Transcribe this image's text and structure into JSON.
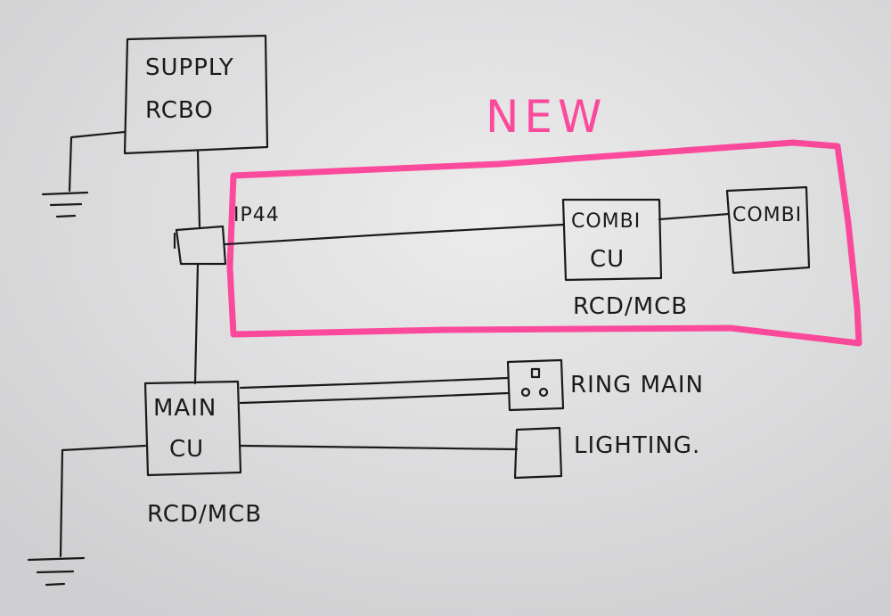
{
  "title": "NEW",
  "nodes": {
    "supply": {
      "line1": "SUPPLY",
      "line2": "RCBO"
    },
    "ip44": {
      "label": "IP44"
    },
    "combi_cu": {
      "line1": "COMBI",
      "line2": "CU",
      "caption": "RCD/MCB"
    },
    "combi": {
      "label": "COMBI"
    },
    "main_cu": {
      "line1": "MAIN",
      "line2": "CU",
      "caption": "RCD/MCB"
    },
    "ring_main": {
      "label": "RING MAIN"
    },
    "lighting": {
      "label": "LIGHTING."
    }
  },
  "colors": {
    "ink": "#1a1a1a",
    "highlight": "#ff2f8e",
    "paper": "#d9d9db"
  }
}
